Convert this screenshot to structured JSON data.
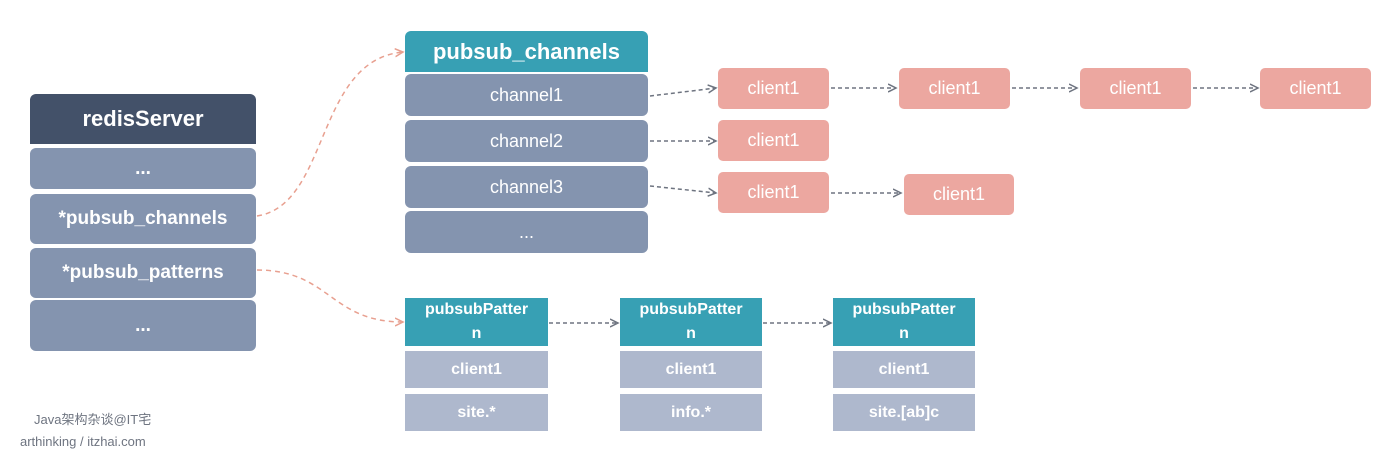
{
  "redis_server": {
    "title": "redisServer",
    "rows": [
      "...",
      "*pubsub_channels",
      "*pubsub_patterns",
      "..."
    ]
  },
  "pubsub_channels": {
    "title": "pubsub_channels",
    "rows": [
      "channel1",
      "channel2",
      "channel3",
      "..."
    ]
  },
  "client_lists": {
    "channel1": [
      "client1",
      "client1",
      "client1",
      "client1"
    ],
    "channel2": [
      "client1"
    ],
    "channel3": [
      "client1",
      "client1"
    ]
  },
  "pubsub_patterns": [
    {
      "title_line1": "pubsubPatter",
      "title_line2": "n",
      "client": "client1",
      "pattern": "site.*"
    },
    {
      "title_line1": "pubsubPatter",
      "title_line2": "n",
      "client": "client1",
      "pattern": "info.*"
    },
    {
      "title_line1": "pubsubPatter",
      "title_line2": "n",
      "client": "client1",
      "pattern": "site.[ab]c"
    }
  ],
  "watermark": {
    "line1": "Java架构杂谈@IT宅",
    "line2": "arthinking / itzhai.com"
  },
  "colors": {
    "server_header": "#435169",
    "cell": "#8494af",
    "channel_header": "#37a0b4",
    "client": "#eca7a0",
    "pattern_cell": "#aeb8cd",
    "link_arrow": "#e8a090",
    "list_arrow": "#6e7480"
  }
}
